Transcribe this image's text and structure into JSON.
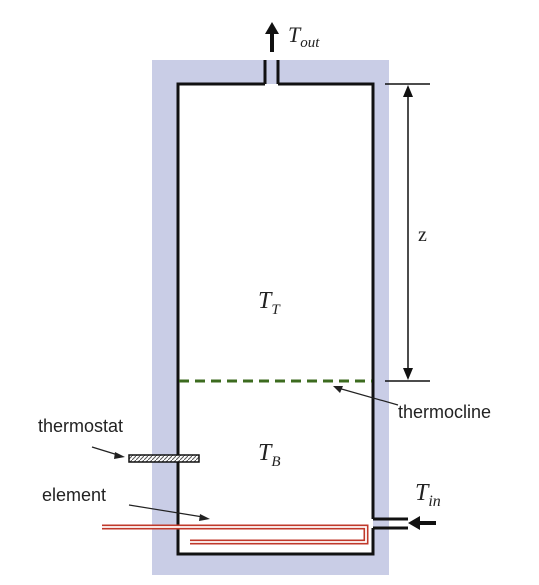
{
  "labels": {
    "t_out_main": "T",
    "t_out_sub": "out",
    "z": "z",
    "t_top_main": "T",
    "t_top_sub": "T",
    "thermocline": "thermocline",
    "thermostat": "thermostat",
    "t_bottom_main": "T",
    "t_bottom_sub": "B",
    "element": "element",
    "t_in_main": "T",
    "t_in_sub": "in"
  },
  "colors": {
    "insulation": "#c9cde6",
    "wall": "#111111",
    "thermocline_line": "#3c6b1f",
    "element": "#c0392b",
    "text": "#222222"
  },
  "icons": {
    "outlet_arrow": "arrow-up-icon",
    "inlet_arrow": "arrow-left-icon",
    "thermostat": "thermostat-probe-icon",
    "element": "heating-element-icon"
  }
}
